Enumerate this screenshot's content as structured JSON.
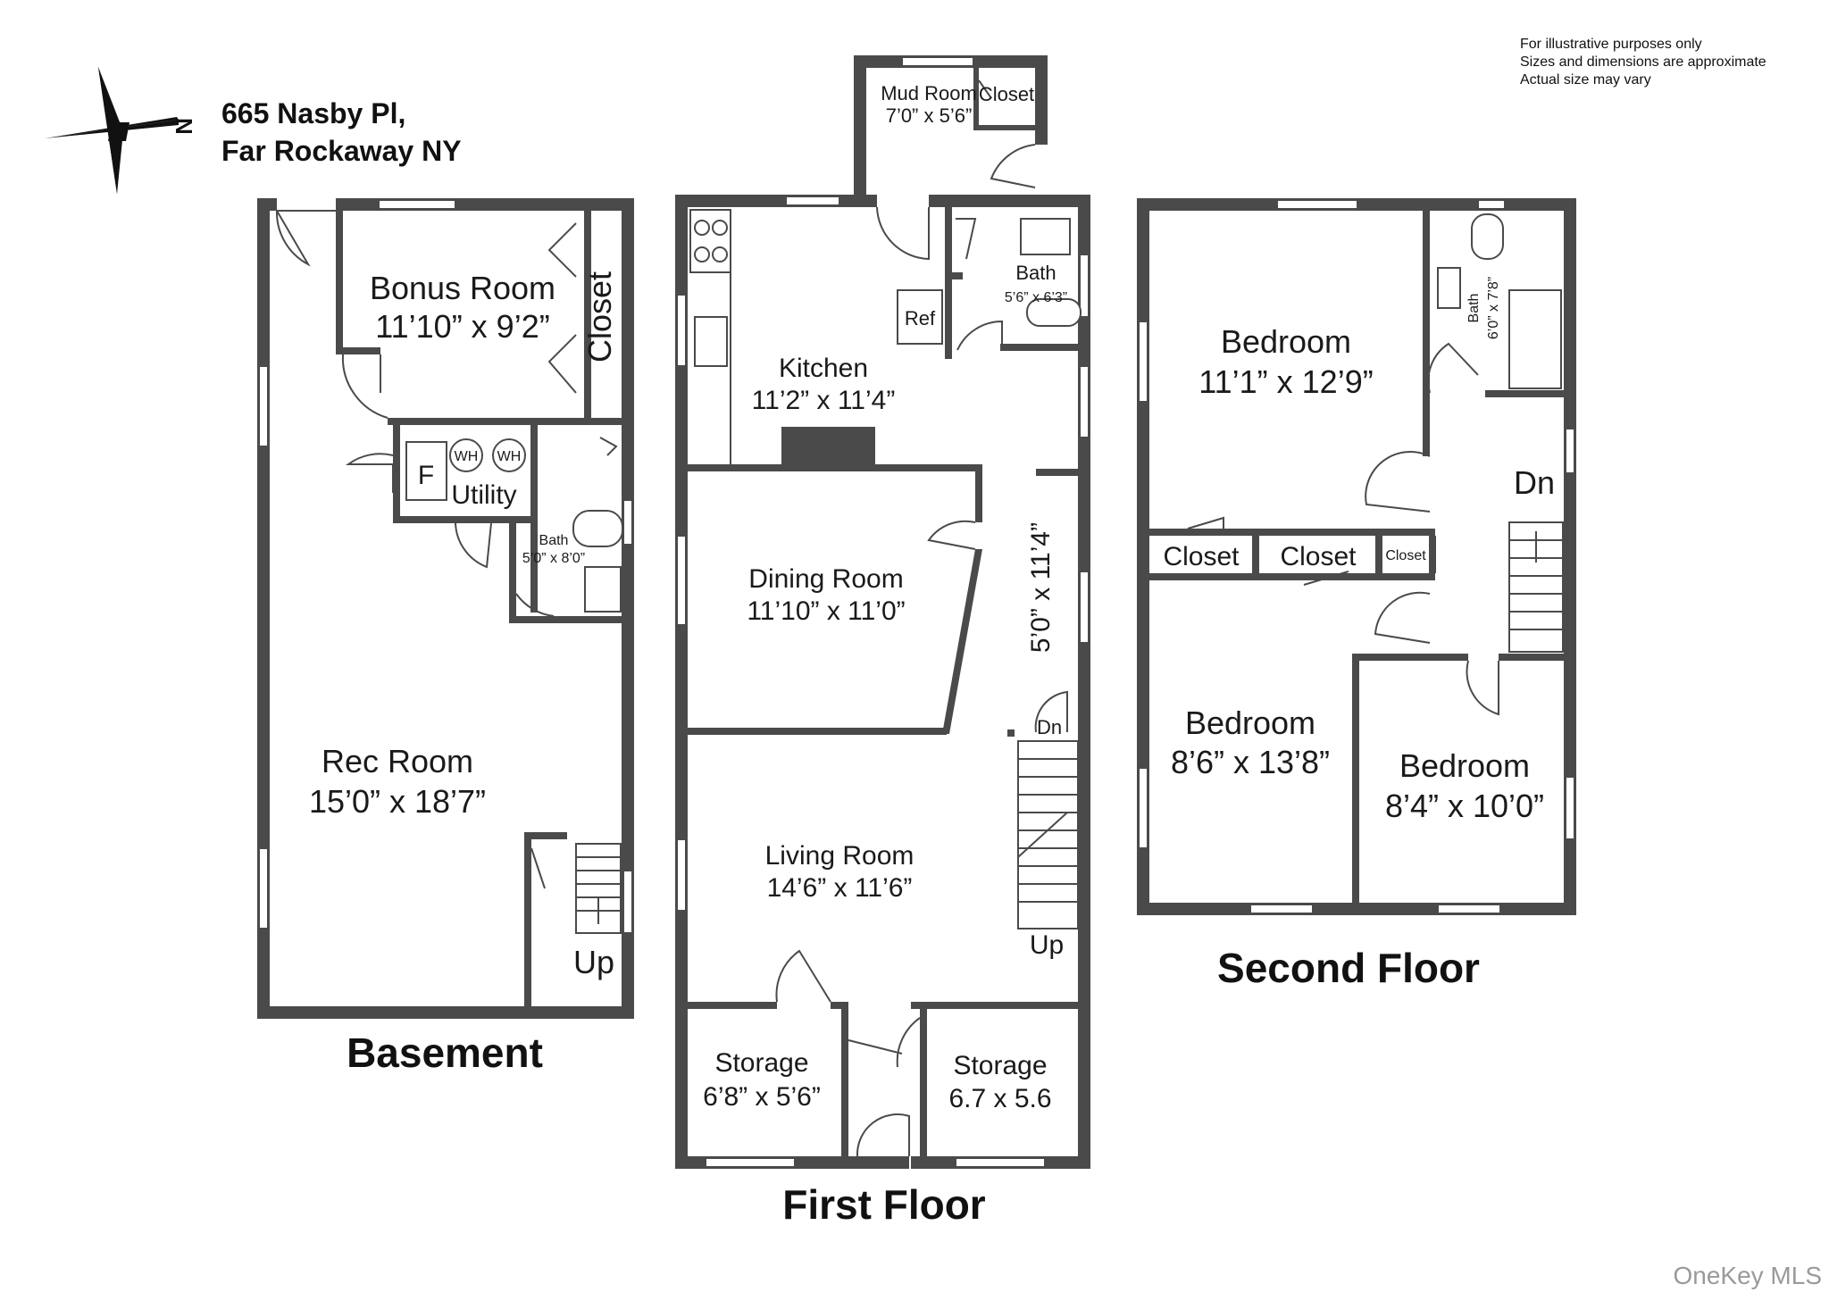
{
  "address": {
    "line1": "665 Nasby Pl,",
    "line2": "Far Rockaway NY"
  },
  "compass": {
    "label": "N",
    "icon": "compass-north-icon"
  },
  "disclaimer": [
    "For illustrative purposes only",
    "Sizes and dimensions are approximate",
    "Actual size may vary"
  ],
  "watermark": "OneKey MLS",
  "basement": {
    "title": "Basement",
    "bonus_room": {
      "name": "Bonus Room",
      "dims": "11’10” x 9’2”"
    },
    "closet": "Closet",
    "utility": {
      "name": "Utility",
      "furnace": "F",
      "water_heater": "WH"
    },
    "bath": {
      "name": "Bath",
      "dims": "5’0” x 8’0”"
    },
    "rec_room": {
      "name": "Rec Room",
      "dims": "15’0” x 18’7”"
    },
    "stairs": "Up"
  },
  "first_floor": {
    "title": "First Floor",
    "mud_room": {
      "name": "Mud Room",
      "dims": "7’0” x 5’6”"
    },
    "mud_closet": "Closet",
    "bath": {
      "name": "Bath",
      "dims": "5’6” x 6’3”"
    },
    "ref": "Ref",
    "kitchen": {
      "name": "Kitchen",
      "dims": "11’2” x 11’4”"
    },
    "dining_room": {
      "name": "Dining Room",
      "dims": "11’10” x 11’0”"
    },
    "hall_dims": "5’0” x 11’4”",
    "stairs_down": "Dn",
    "living_room": {
      "name": "Living Room",
      "dims": "14’6” x 11’6”"
    },
    "stairs_up": "Up",
    "storage_left": {
      "name": "Storage",
      "dims": "6’8” x 5’6”"
    },
    "storage_right": {
      "name": "Storage",
      "dims": "6.7 x 5.6"
    }
  },
  "second_floor": {
    "title": "Second Floor",
    "bedroom1": {
      "name": "Bedroom",
      "dims": "11’1” x 12’9”"
    },
    "bath": {
      "name": "Bath",
      "dims": "6’0” x 7’8”"
    },
    "stairs_down": "Dn",
    "closet1": "Closet",
    "closet2": "Closet",
    "closet3": "Closet",
    "bedroom2": {
      "name": "Bedroom",
      "dims": "8’6” x 13’8”"
    },
    "bedroom3": {
      "name": "Bedroom",
      "dims": "8’4” x 10’0”"
    }
  }
}
